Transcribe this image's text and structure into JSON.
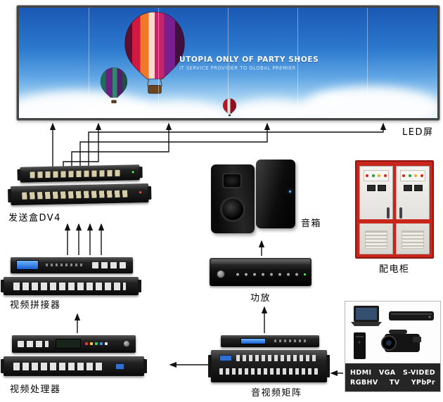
{
  "led_screen": {
    "label": "LED屏",
    "banner_line1": "UTOPIA ONLY OF PARTY SHOES",
    "banner_line2": "IT SERVICE PROVIDER TO GLOBAL PREMIER"
  },
  "devices": {
    "sender": {
      "label": "发送盒DV4"
    },
    "splicer": {
      "label": "视频拼接器"
    },
    "processor": {
      "label": "视频处理器"
    },
    "speakers": {
      "label": "音箱"
    },
    "amplifier": {
      "label": "功放"
    },
    "matrix": {
      "label": "音视频矩阵"
    },
    "cabinet": {
      "label": "配电柜"
    }
  },
  "sources": {
    "row1": [
      "HDMI",
      "VGA",
      "S-VIDED"
    ],
    "row2": [
      "RGBHV",
      "TV",
      "YPbPr"
    ]
  },
  "colors": {
    "arrow": "#111111",
    "cabinet_red": "#c8251c",
    "sky_top": "#1a58b4",
    "lcd_blue": "#2f6fd6"
  }
}
